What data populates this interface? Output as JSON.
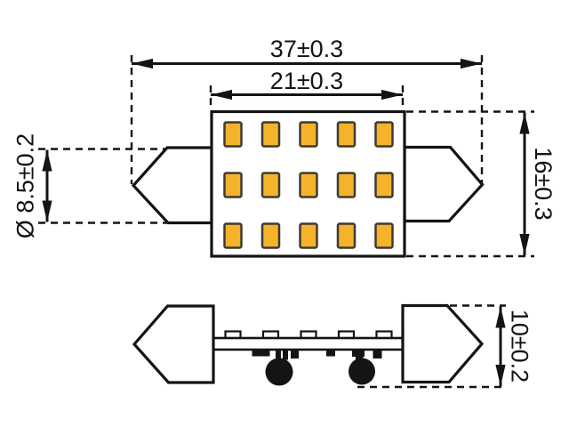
{
  "diagram": {
    "background_color": "#ffffff",
    "line_color": "#141414",
    "led_color": "#F5B22B",
    "led_border_color": "#3E3A33",
    "labels": {
      "overall_length": "37±0.3",
      "body_length": "21±0.3",
      "body_height": "16±0.3",
      "end_cap_diameter": "Ø 8.5±0.2",
      "side_profile_height": "10±0.2"
    },
    "led_grid": {
      "columns": 5,
      "rows": 3,
      "count": 15
    }
  }
}
